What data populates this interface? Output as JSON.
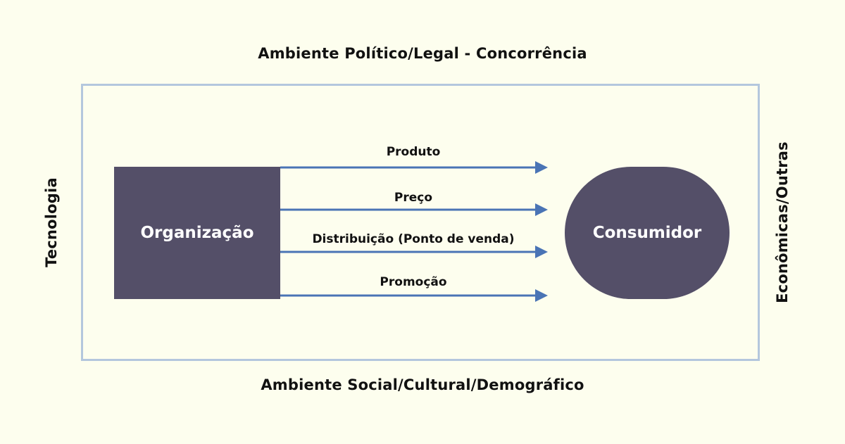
{
  "environment": {
    "top": "Ambiente Político/Legal - Concorrência",
    "bottom": "Ambiente Social/Cultural/Demográfico",
    "left": "Tecnologia",
    "right": "Econômicas/Outras"
  },
  "nodes": {
    "organization": "Organização",
    "consumer": "Consumidor"
  },
  "flows": [
    {
      "label": "Produto"
    },
    {
      "label": "Preço"
    },
    {
      "label": "Distribuição (Ponto de venda)"
    },
    {
      "label": "Promoção"
    }
  ],
  "colors": {
    "background": "#fdfeee",
    "node_fill": "#544f68",
    "frame": "#b4c7dd",
    "arrow": "#4a74b5"
  }
}
